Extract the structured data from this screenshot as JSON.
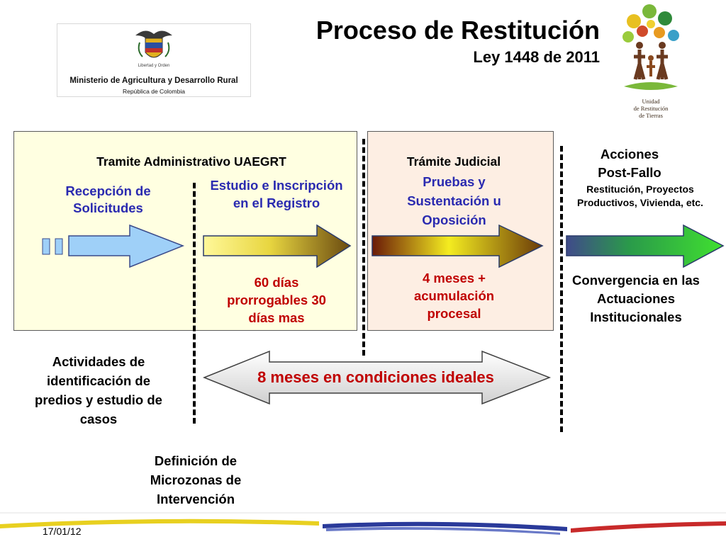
{
  "title": "Proceso de Restitución",
  "subtitle": "Ley 1448 de 2011",
  "logo_left": {
    "motto": "Libertad y Orden",
    "name": "Ministerio de Agricultura y Desarrollo Rural",
    "country": "República de Colombia"
  },
  "logo_right": {
    "line1": "Unidad",
    "line2": "de Restitución",
    "line3": "de Tierras"
  },
  "admin_box": {
    "heading": "Tramite Administrativo UAEGRT",
    "reception": "Recepción de Solicitudes",
    "study": "Estudio e Inscripción en el Registro",
    "time": "60 días prorrogables 30 días mas"
  },
  "judicial_box": {
    "heading": "Trámite Judicial",
    "stage": "Pruebas y Sustentación u Oposición",
    "time": "4 meses + acumulación procesal"
  },
  "post": {
    "heading": "Acciones Post-Fallo",
    "detail": "Restitución, Proyectos Productivos, Vivienda, etc.",
    "convergence": "Convergencia en las Actuaciones Institucionales"
  },
  "activities": "Actividades de identificación de predios y estudio de casos",
  "microzones": "Definición de Microzonas de Intervención",
  "duration": "8 meses en condiciones ideales",
  "date": "17/01/12",
  "colors": {
    "admin_bg": "#ffffe1",
    "judicial_bg": "#fdeee3",
    "blue_text": "#2a2ab0",
    "red_text": "#c00000"
  }
}
